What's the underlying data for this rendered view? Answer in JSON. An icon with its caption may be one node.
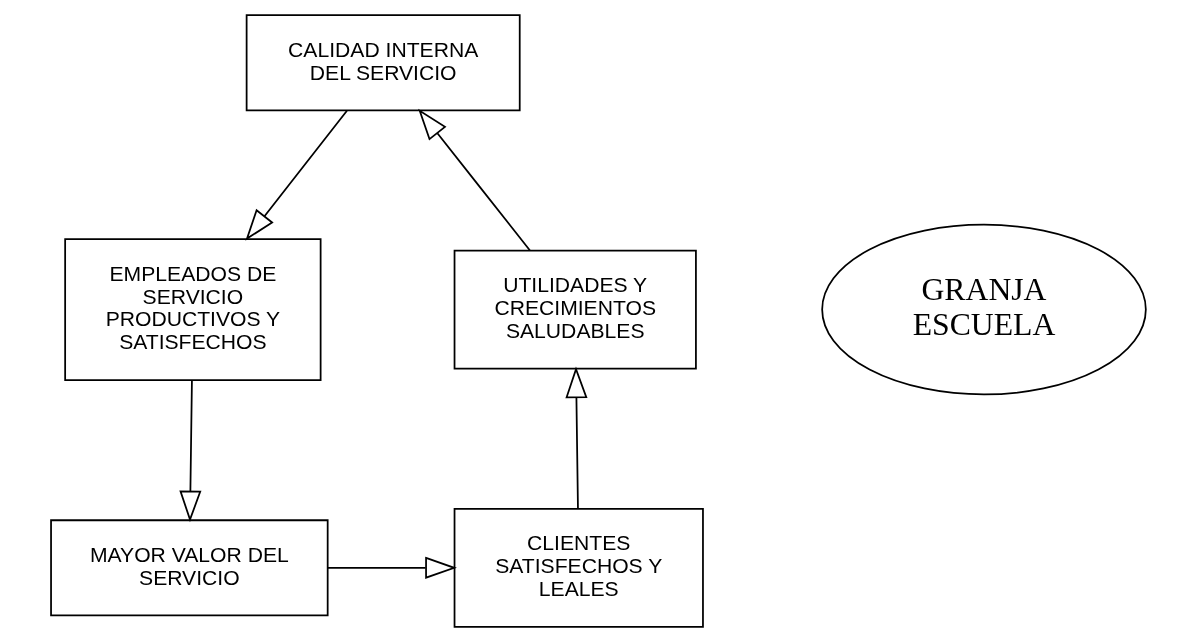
{
  "diagram": {
    "nodes": [
      {
        "text": [
          "CALIDAD INTERNA DEL SERVICIO"
        ]
      },
      {
        "text": [
          "EMPLEADOS DE SERVICIO PRODUCTIVOS Y SATISFECHOS"
        ]
      },
      {
        "text": [
          "GRANJA ESCUELA"
        ]
      },
      {
        "text": [
          "UTILIDADES Y CRECIMIENTOS SALUDABLES"
        ]
      },
      {
        "text": [
          "MAYOR VALOR DEL SERVICIO"
        ]
      },
      {
        "text": [
          "CLIENTES SATISFECHOS Y LEALES"
        ]
      }
    ],
    "edges": [
      {
        "from": 0,
        "to": 1,
        "arrow": "to"
      },
      {
        "from": 1,
        "to": 4,
        "arrow": "to"
      },
      {
        "from": 4,
        "to": 5,
        "arrow": "to"
      },
      {
        "from": 5,
        "to": 3,
        "arrow": "to"
      },
      {
        "from": 3,
        "to": 0,
        "arrow": "to"
      }
    ]
  }
}
